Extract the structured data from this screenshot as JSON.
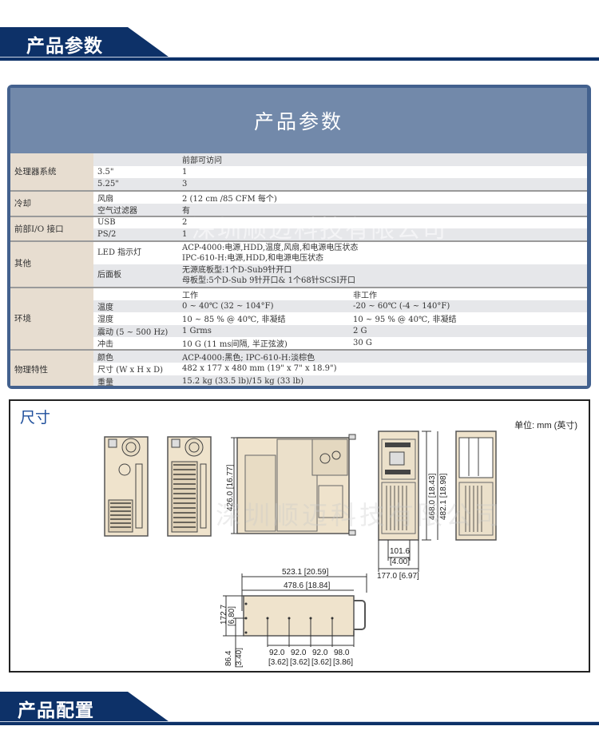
{
  "section_headers": {
    "params": "产品参数",
    "config": "产品配置"
  },
  "spec_table": {
    "title": "产品参数",
    "rows": [
      {
        "cat": "处理器系统",
        "sub": "",
        "val": "前部可访问",
        "val2": ""
      },
      {
        "cat": "",
        "sub": "3.5\"",
        "val": "1",
        "val2": ""
      },
      {
        "cat": "",
        "sub": "5.25\"",
        "val": "3",
        "val2": ""
      },
      {
        "cat": "冷却",
        "sub": "风扇",
        "val": "2 (12 cm /85 CFM 每个)",
        "val2": ""
      },
      {
        "cat": "",
        "sub": "空气过滤器",
        "val": "有",
        "val2": ""
      },
      {
        "cat": "前部I/O 接口",
        "sub": "USB",
        "val": "2",
        "val2": ""
      },
      {
        "cat": "",
        "sub": "PS/2",
        "val": "1",
        "val2": ""
      },
      {
        "cat": "其他",
        "sub": "LED 指示灯",
        "val": "ACP-4000:电源,HDD,温度,风扇,和电源电压状态",
        "val_b": "IPC-610-H:电源,HDD,和电源电压状态"
      },
      {
        "cat": "",
        "sub": "后面板",
        "val": "无源底板型:1个D-Sub9针开口",
        "val_b": "母板型:5个D-Sub 9针开口& 1个68针SCSI开口"
      },
      {
        "cat": "环境",
        "sub": "",
        "val": "工作",
        "val2": "非工作"
      },
      {
        "cat": "",
        "sub": "温度",
        "val": "0 ~ 40℃ (32 ~ 104°F)",
        "val2": "-20 ~ 60℃ (-4 ~ 140°F)"
      },
      {
        "cat": "",
        "sub": "湿度",
        "val": "10 ~ 85 % @ 40℃, 非凝结",
        "val2": "10 ~ 95 % @ 40℃, 非凝结"
      },
      {
        "cat": "",
        "sub": "震动 (5 ~ 500 Hz)",
        "val": "1 Grms",
        "val2": "2 G"
      },
      {
        "cat": "",
        "sub": "冲击",
        "val": "10 G (11 ms间隔, 半正弦波)",
        "val2": "30 G"
      },
      {
        "cat": "物理特性",
        "sub": "颜色",
        "val": "ACP-4000:黑色; IPC-610-H:淡棕色",
        "val2": ""
      },
      {
        "cat": "",
        "sub": "尺寸 (W x H x D)",
        "val": "482 x 177 x 480 mm (19\" x 7\" x 18.9\")",
        "val2": ""
      },
      {
        "cat": "",
        "sub": "重量",
        "val": "15.2 kg (33.5 lb)/15 kg (33 lb)",
        "val2": ""
      }
    ]
  },
  "dimensions": {
    "title": "尺寸",
    "unit": "单位: mm (英寸)",
    "labels": {
      "depth_side": "426.0 [16.77]",
      "height_front_1": "468.0 [18.43]",
      "height_front_2": "482.1 [18.98]",
      "width_inner": "101.6",
      "width_inner_in": "[4.00]",
      "width_outer": "177.0 [6.97]",
      "top_total": "523.1 [20.59]",
      "top_body": "478.6 [18.84]",
      "top_height_mm": "172.7",
      "top_height_in": "[6.80]",
      "top_offset_mm": "86.4",
      "top_offset_in": "[3.40]",
      "spacings_mm": [
        "92.0",
        "92.0",
        "92.0",
        "98.0"
      ],
      "spacings_in": [
        "[3.62]",
        "[3.62]",
        "[3.62]",
        "[3.86]"
      ]
    }
  },
  "watermark": {
    "text": "深圳顺迈科技有限公司"
  },
  "colors": {
    "header_navy": "#0d3168",
    "table_frame": "#43618e",
    "table_title_bg": "#7289aa",
    "cat_bg": "#e7ddd0",
    "dim_title": "#1f4f9c",
    "chassis": "#efe3cc"
  }
}
